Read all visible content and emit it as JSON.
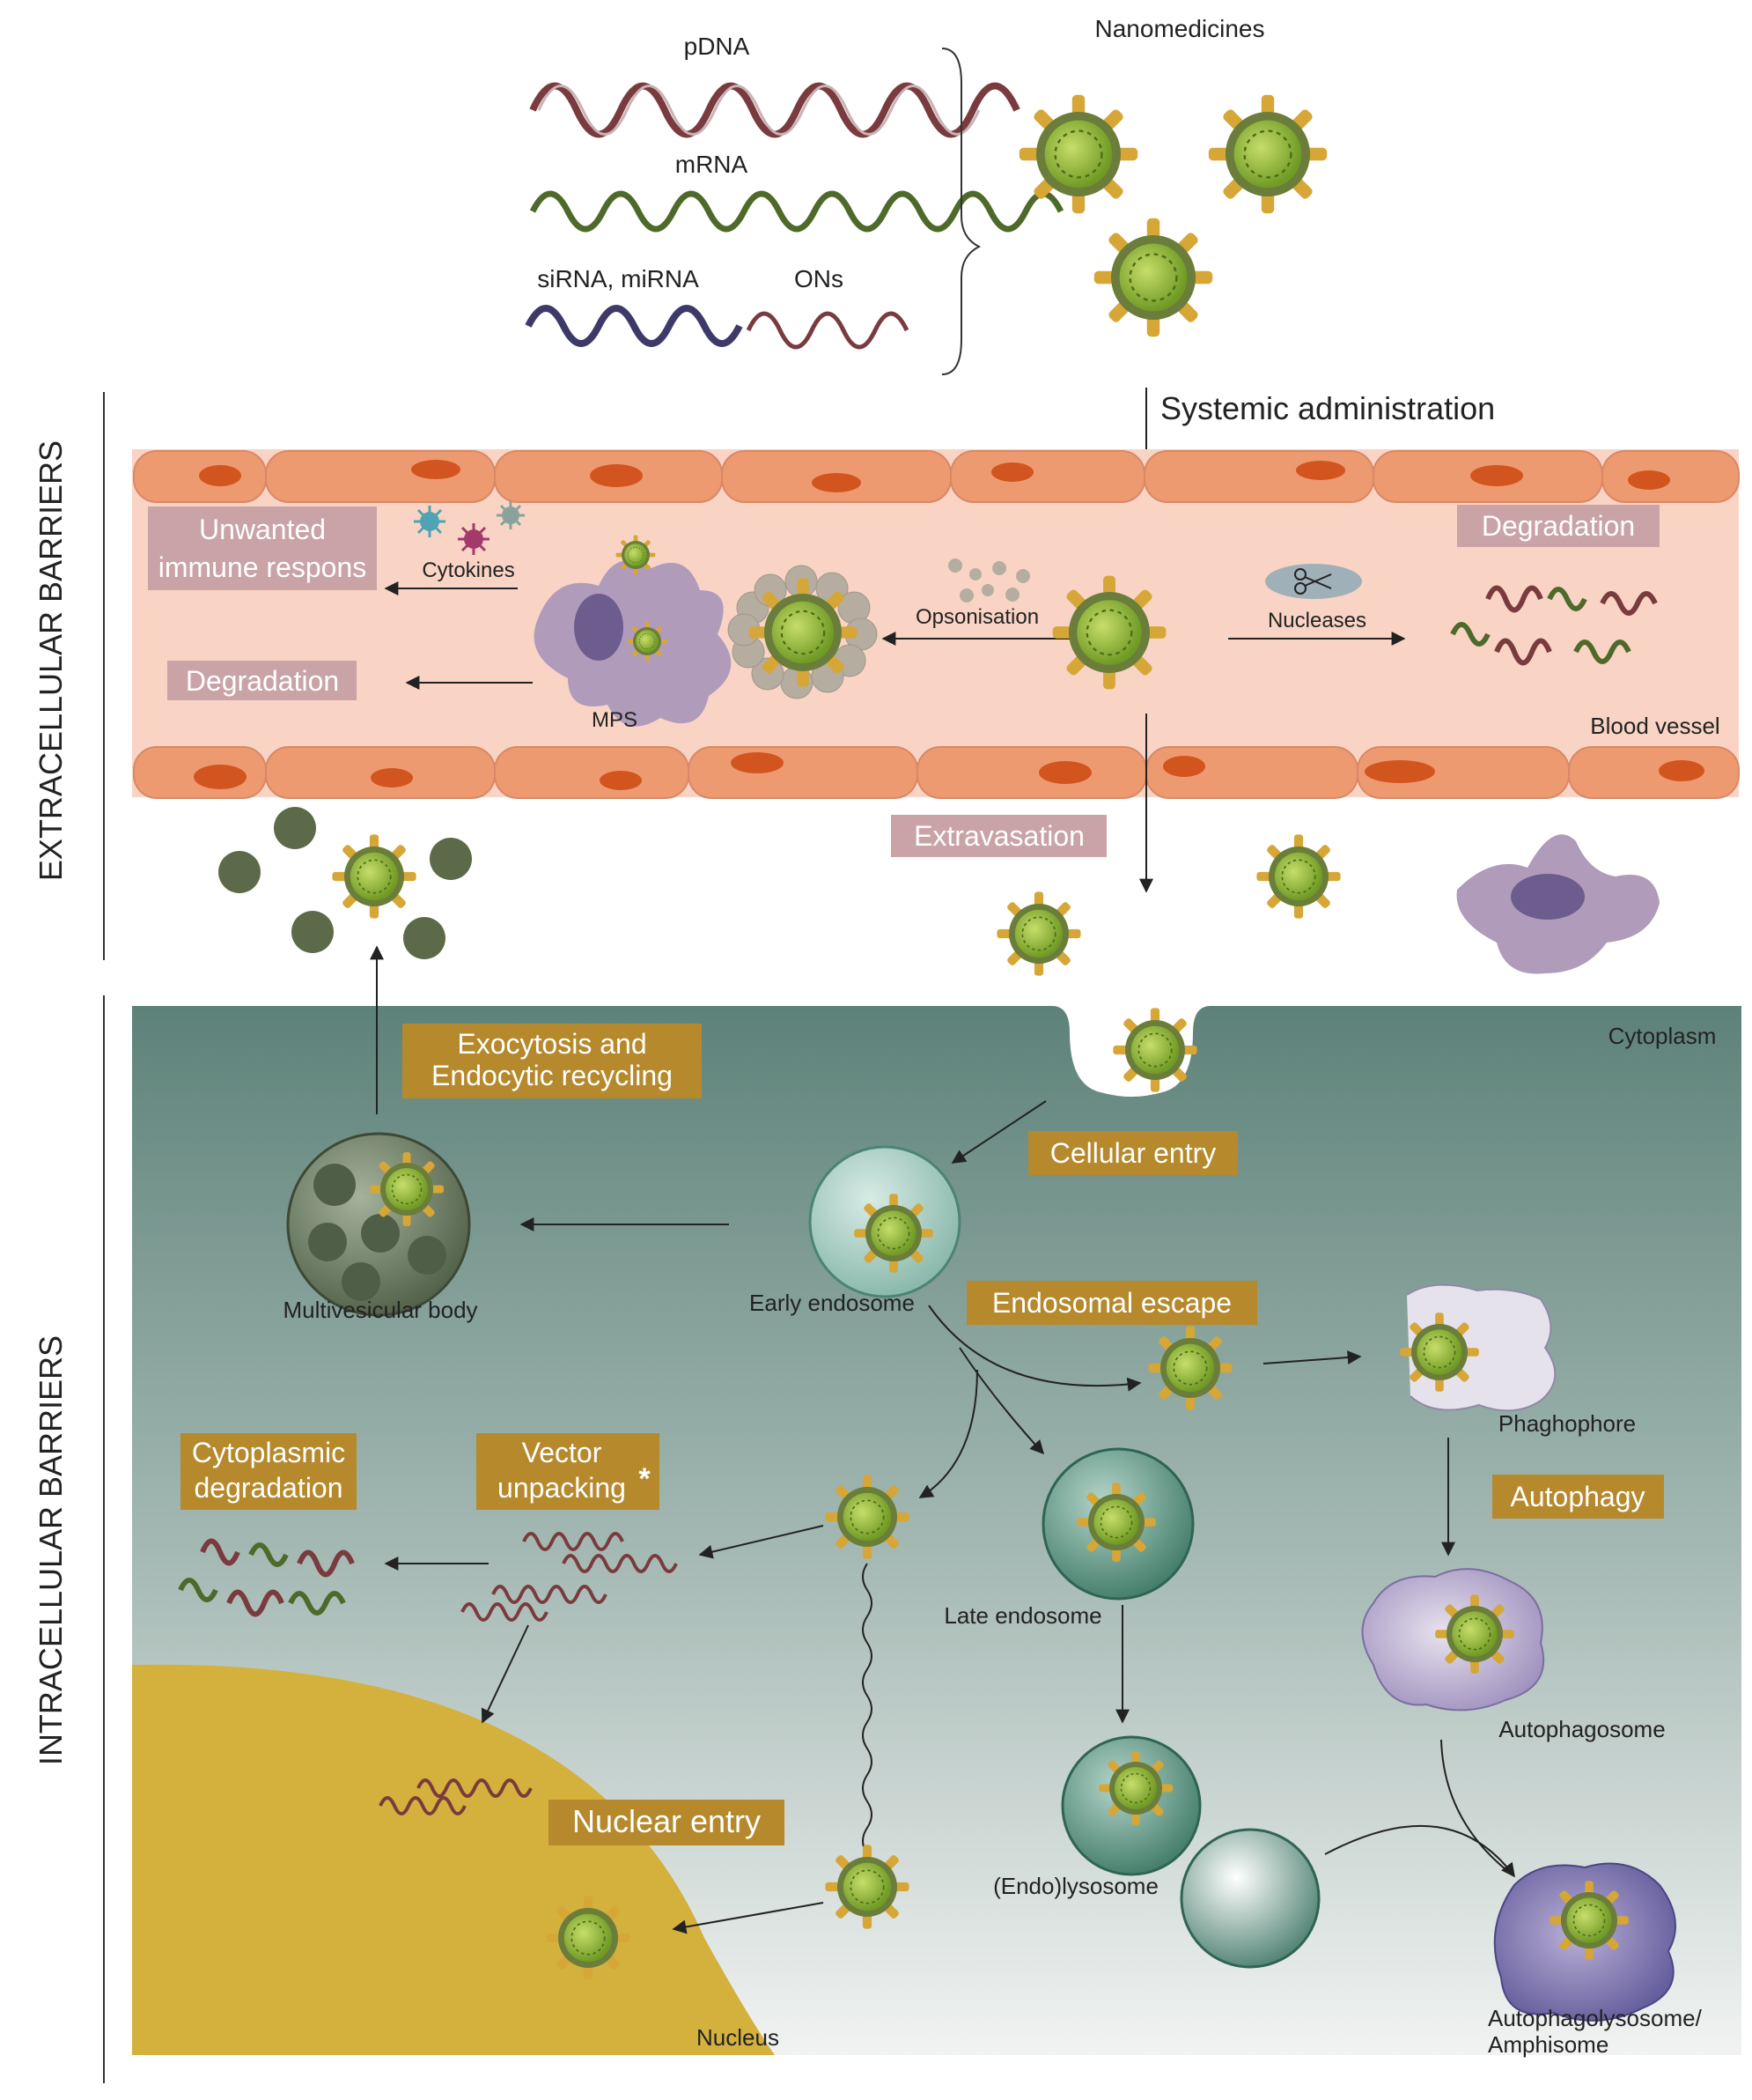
{
  "side_labels": {
    "extracellular": "EXTRACELLULAR BARRIERS",
    "intracellular": "INTRACELLULAR BARRIERS"
  },
  "cargo": {
    "pdna": "pDNA",
    "mrna": "mRNA",
    "sirna": "siRNA, miRNA",
    "ons": "ONs",
    "nanomedicines": "Nanomedicines"
  },
  "route": {
    "systemic": "Systemic administration"
  },
  "vessel": {
    "unwanted_line1": "Unwanted",
    "unwanted_line2": "immune respons",
    "cytokines": "Cytokines",
    "degradation_left": "Degradation",
    "mps": "MPS",
    "opsonisation": "Opsonisation",
    "nucleases": "Nucleases",
    "degradation_right": "Degradation",
    "blood_vessel": "Blood vessel",
    "extravasation": "Extravasation"
  },
  "cell": {
    "cytoplasm": "Cytoplasm",
    "exocytosis_line1": "Exocytosis and",
    "exocytosis_line2": "Endocytic recycling",
    "cellular_entry": "Cellular entry",
    "multivesicular_body": "Multivesicular body",
    "early_endosome": "Early endosome",
    "endosomal_escape": "Endosomal escape",
    "phaghophore": "Phaghophore",
    "autophagy": "Autophagy",
    "cytoplasmic_line1": "Cytoplasmic",
    "cytoplasmic_line2": "degradation",
    "vector_line1": "Vector",
    "vector_line2": "unpacking",
    "asterisk": "*",
    "late_endosome": "Late endosome",
    "autophagosome": "Autophagosome",
    "nuclear_entry": "Nuclear entry",
    "endolysosome": "(Endo)lysosome",
    "autophagolysosome_line1": "Autophagolysosome/",
    "autophagolysosome_line2": "Amphisome",
    "nucleus": "Nucleus"
  },
  "colors": {
    "vessel_wall": "#ee9a70",
    "vessel_lumen": "#f9d4c4",
    "cell_nucleus_red": "#d2551f",
    "np_core": "#9cbf3a",
    "np_spike": "#d6a637",
    "cytoplasm_top": "#5f857c",
    "cytoplasm_bottom": "#f1f3f2",
    "nucleus_fill": "#d4b13d",
    "gold_box": "#b5892c",
    "mauve_box": "#c9a3a6",
    "mps_cell": "#b09bbb"
  }
}
